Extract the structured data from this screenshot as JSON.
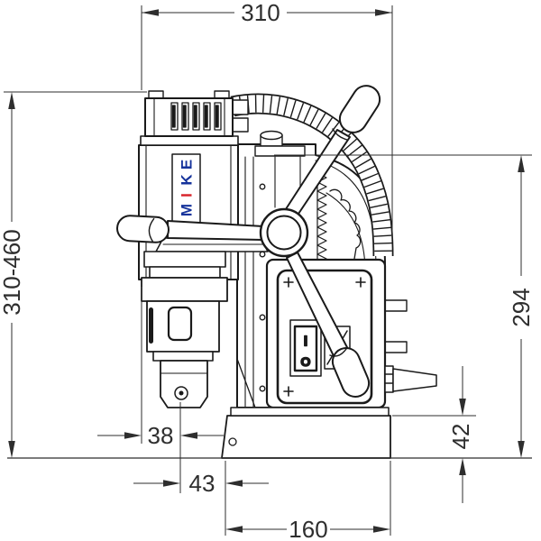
{
  "drawing": {
    "dimensions": {
      "top_width": "310",
      "overall_height_range": "310-460",
      "slide_height": "294",
      "spindle_to_frame": "38",
      "spindle_to_base": "43",
      "base_height": "42",
      "base_length": "160"
    },
    "logo_letters": [
      {
        "ch": "M",
        "color": "#16339B"
      },
      {
        "ch": "I",
        "color": "#D8232A"
      },
      {
        "ch": "K",
        "color": "#16339B"
      },
      {
        "ch": "E",
        "color": "#16339B"
      }
    ],
    "switch_labels": {
      "on": "I",
      "off": "O"
    },
    "colors": {
      "line": "#1a1a1a",
      "dim": "#2e2e2e",
      "background": "#ffffff"
    }
  }
}
